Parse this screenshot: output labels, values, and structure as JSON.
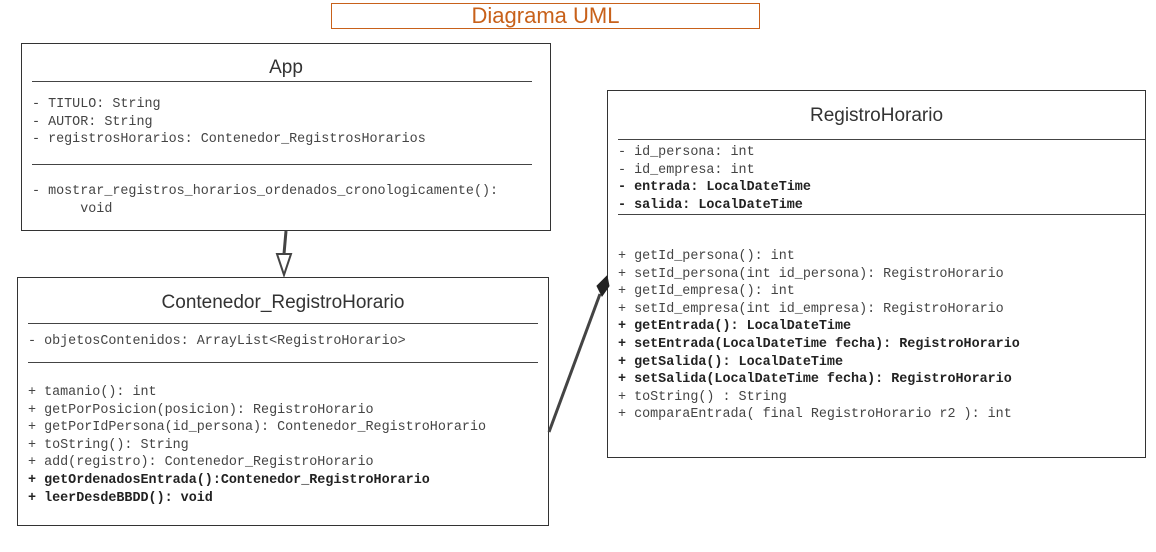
{
  "title": "Diagrama UML",
  "classes": {
    "app": {
      "name": "App",
      "attributes": [
        {
          "text": "- TITULO: String",
          "bold": false
        },
        {
          "text": "- AUTOR: String",
          "bold": false
        },
        {
          "text": "- registrosHorarios: Contenedor_RegistrosHorarios",
          "bold": false
        }
      ],
      "methods": [
        {
          "text": "- mostrar_registros_horarios_ordenados_cronologicamente():",
          "bold": false
        },
        {
          "text": "      void",
          "bold": false
        }
      ]
    },
    "contenedor": {
      "name": "Contenedor_RegistroHorario",
      "attributes": [
        {
          "text": "- objetosContenidos: ArrayList<RegistroHorario>",
          "bold": false
        }
      ],
      "methods": [
        {
          "text": "+ tamanio(): int",
          "bold": false
        },
        {
          "text": "+ getPorPosicion(posicion): RegistroHorario",
          "bold": false
        },
        {
          "text": "+ getPorIdPersona(id_persona): Contenedor_RegistroHorario",
          "bold": false
        },
        {
          "text": "+ toString(): String",
          "bold": false
        },
        {
          "text": "+ add(registro): Contenedor_RegistroHorario",
          "bold": false
        },
        {
          "text": "+ getOrdenadosEntrada():Contenedor_RegistroHorario",
          "bold": true
        },
        {
          "text": "+ leerDesdeBBDD(): void",
          "bold": true
        }
      ]
    },
    "registro": {
      "name": "RegistroHorario",
      "attributes": [
        {
          "text": "- id_persona: int",
          "bold": false
        },
        {
          "text": "- id_empresa: int",
          "bold": false
        },
        {
          "text": "- entrada: LocalDateTime",
          "bold": true
        },
        {
          "text": "- salida: LocalDateTime",
          "bold": true
        }
      ],
      "methods": [
        {
          "text": "+ getId_persona(): int",
          "bold": false
        },
        {
          "text": "+ setId_persona(int id_persona): RegistroHorario",
          "bold": false
        },
        {
          "text": "+ getId_empresa(): int",
          "bold": false
        },
        {
          "text": "+ setId_empresa(int id_empresa): RegistroHorario",
          "bold": false
        },
        {
          "text": "+ getEntrada(): LocalDateTime",
          "bold": true
        },
        {
          "text": "+ setEntrada(LocalDateTime fecha): RegistroHorario",
          "bold": true
        },
        {
          "text": "+ getSalida(): LocalDateTime",
          "bold": true
        },
        {
          "text": "+ setSalida(LocalDateTime fecha): RegistroHorario",
          "bold": true
        },
        {
          "text": "+ toString() : String",
          "bold": false
        },
        {
          "text": "+ comparaEntrada( final RegistroHorario r2 ): int",
          "bold": false
        }
      ]
    }
  },
  "colors": {
    "title": "#c8611a",
    "border": "#333333",
    "connector": "#444444"
  }
}
